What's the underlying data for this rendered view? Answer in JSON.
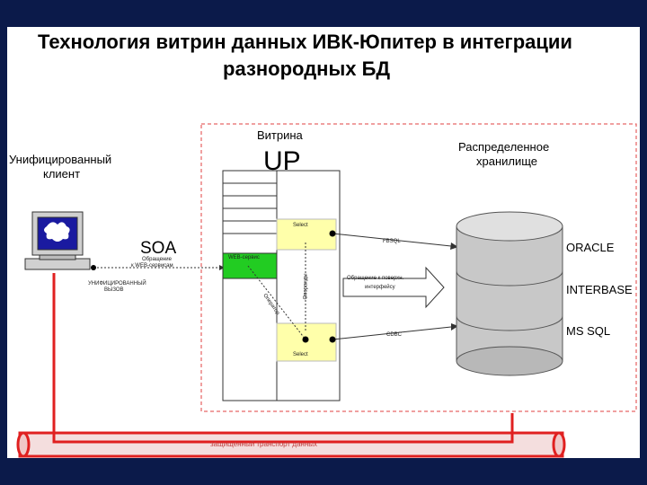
{
  "title": {
    "line1": "Технология витрин данных ИВК-Юпитер в интеграции",
    "line2": "разнородных БД"
  },
  "client": {
    "line1": "Унифицированный",
    "line2": "клиент"
  },
  "vitrina": {
    "label": "Витрина",
    "brand": "UP"
  },
  "storage": {
    "line1": "Распределенное",
    "line2": "хранилище"
  },
  "soa": {
    "label": "SOA",
    "call_line1": "Обращение",
    "call_line2": "к WEB-сервисам",
    "unified1": "УНИФИЦИРОВАННЫЙ",
    "unified2": "ВЫЗОВ"
  },
  "cells": {
    "select_top": "Select",
    "web_service": "WEB-сервис",
    "select_bottom": "Select",
    "operator": "Оператор",
    "operands": "Операнды"
  },
  "links": {
    "fbsql": "FBSQL",
    "query": "Обращение к поверхн.",
    "query2": "интерфейсу",
    "cdbc": "CDBC"
  },
  "databases": {
    "oracle": "ORACLE",
    "interbase": "INTERBASE",
    "mssql": "MS SQL"
  },
  "pipe": {
    "label": "защищенный транспорт данных"
  },
  "colors": {
    "frame": "#0b1a4a",
    "dashed": "#e04040",
    "pipe": "#e02020",
    "green": "#22cc22",
    "yellow": "#ffffaa",
    "db": "#c8c8c8"
  }
}
